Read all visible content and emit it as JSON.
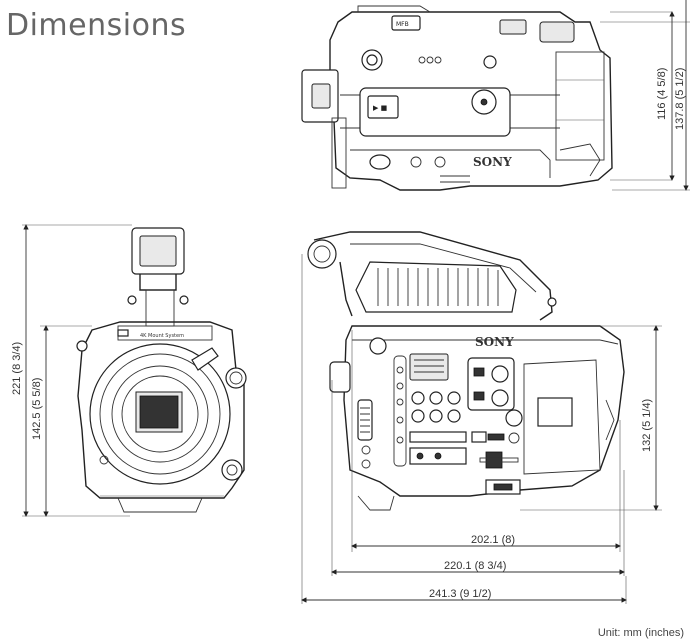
{
  "title": "Dimensions",
  "unit_note": "Unit: mm (inches)",
  "brand_marks": [
    "SONY",
    "SONY"
  ],
  "lens_mount_label": "4K Mount System",
  "dimensions": {
    "top_height_a": "116 (4 5/8)",
    "top_height_b": "137.8 (5 1/2)",
    "front_height_a": "221 (8 3/4)",
    "front_height_b": "142.5 (5 5/8)",
    "side_height": "132 (5 1/4)",
    "width_a": "202.1 (8)",
    "width_b": "220.1 (8 3/4)",
    "width_c": "241.3 (9 1/2)"
  }
}
